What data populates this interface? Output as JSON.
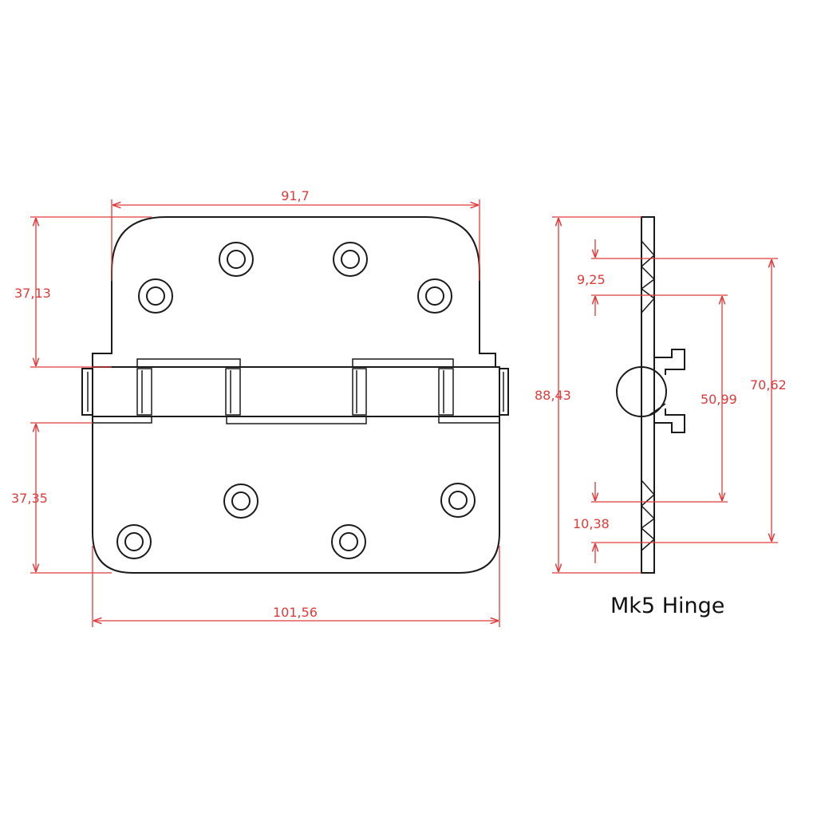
{
  "title": "Mk5 Hinge",
  "dimensions": {
    "top_leaf_width": "91,7",
    "top_leaf_height": "37,13",
    "bottom_leaf_height": "37,35",
    "overall_width": "101,56",
    "overall_height": "88,43",
    "upper_hole_pitch": "9,25",
    "inner_hole_span": "50,99",
    "outer_hole_span": "70,62",
    "lower_hole_pitch": "10,38"
  },
  "colors": {
    "outline": "#1a1a1a",
    "dimension": "#e03a3a"
  }
}
